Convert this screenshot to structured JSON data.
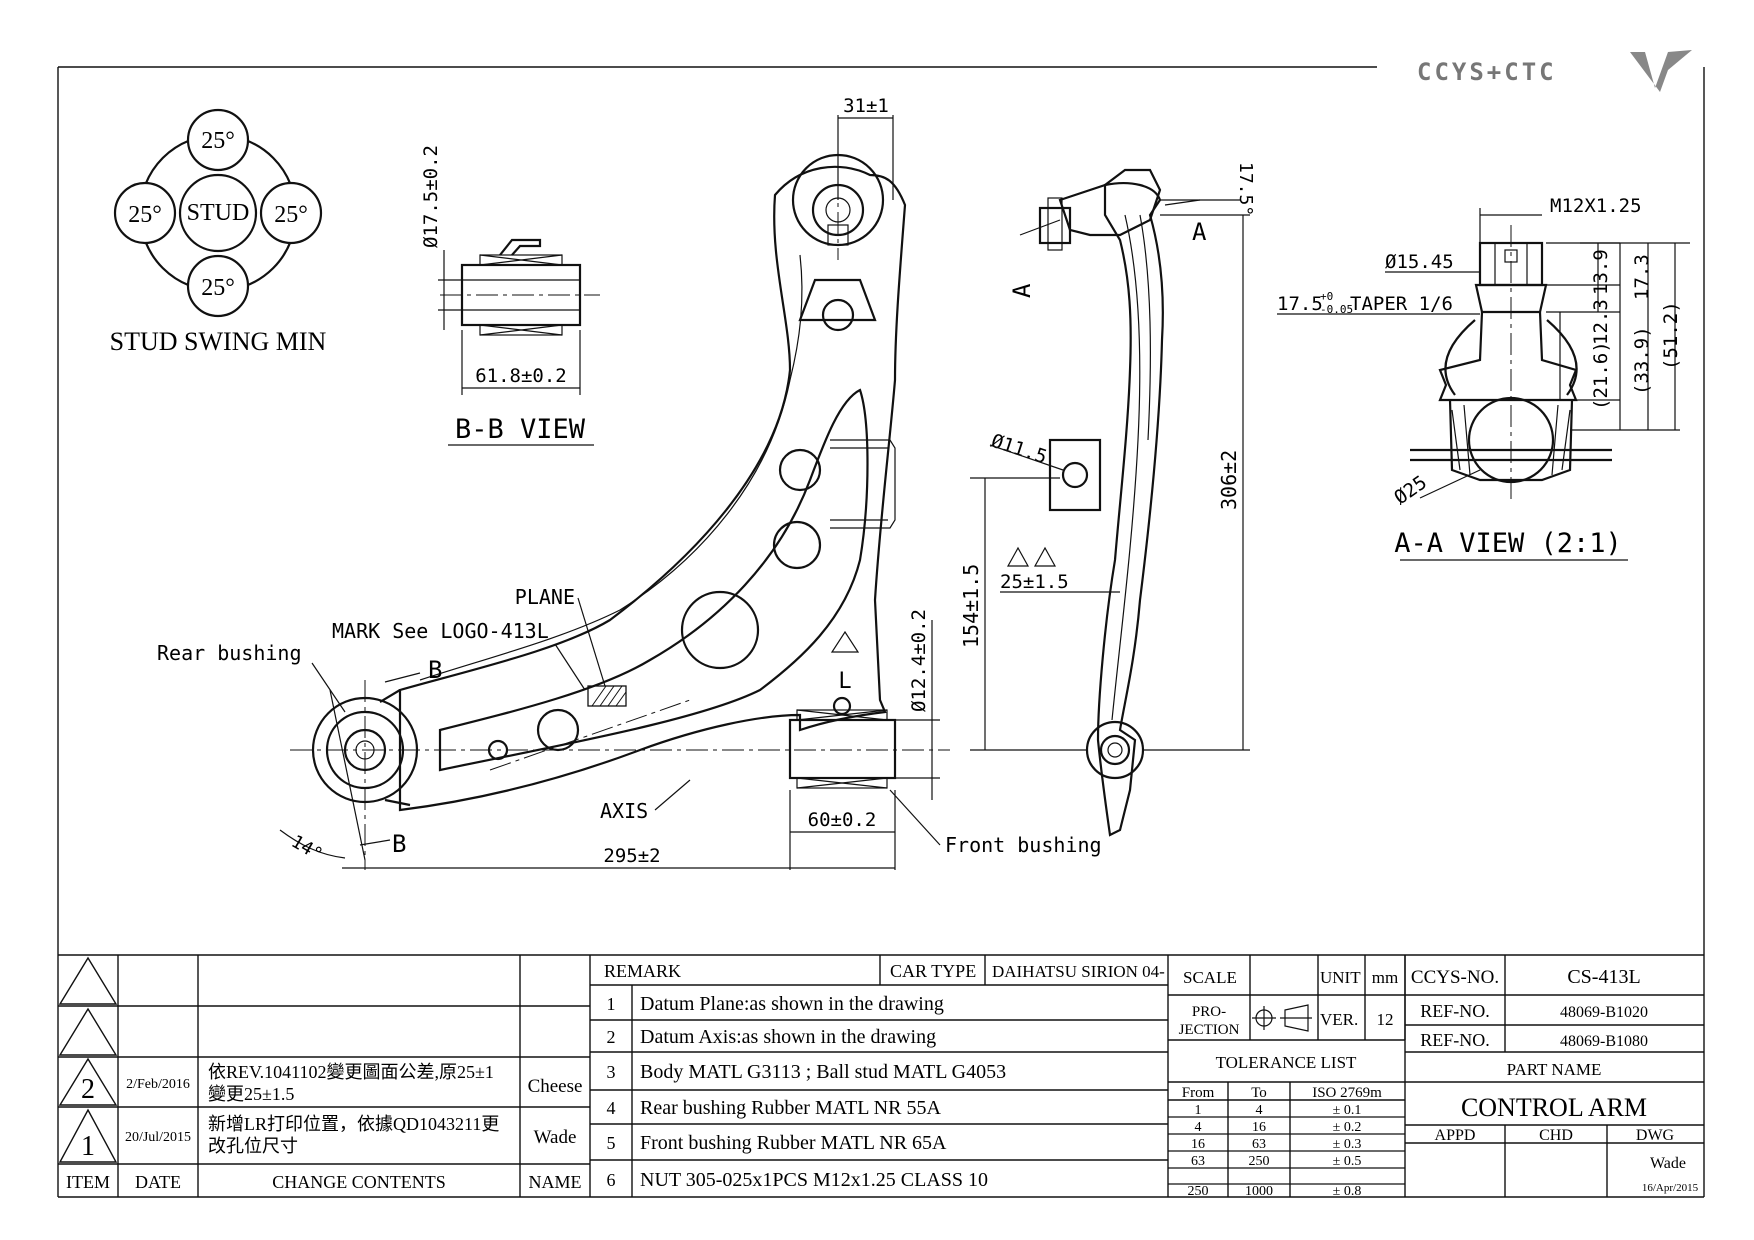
{
  "logo": {
    "text": "CCYS+CTC"
  },
  "stud_swing": {
    "top": "25°",
    "left": "25°",
    "right": "25°",
    "bottom": "25°",
    "center": "STUD",
    "caption": "STUD SWING MIN"
  },
  "bb_view": {
    "title": "B-B VIEW",
    "dim_dia": "Ø17.5±0.2",
    "dim_len": "61.8±0.2"
  },
  "main_view": {
    "dim_top": "31±1",
    "plane": "PLANE",
    "mark": "MARK See LOGO-413L",
    "rear_bushing": "Rear bushing",
    "front_bushing": "Front bushing",
    "axis": "AXIS",
    "section_b": "B",
    "section_b2": "B",
    "angle": "14°",
    "dim_front_len": "60±0.2",
    "dim_total": "295±2",
    "dim_dia_front": "Ø12.4±0.2",
    "letter_l": "L"
  },
  "side_view": {
    "angle": "17.5°",
    "section_a": "A",
    "section_a2": "A",
    "dim_hole": "Ø11.5",
    "dim_offset": "25±1.5",
    "dim_154": "154±1.5",
    "dim_306": "306±2"
  },
  "aa_view": {
    "title": "A-A VIEW (2:1)",
    "thread": "M12X1.25",
    "dia_1545": "Ø15.45",
    "taper": "17.5",
    "taper_tol_up": "+0",
    "taper_tol_dn": "-0.05",
    "taper_ratio": "TAPER 1/6",
    "d139": "13.9",
    "d173": "17.3",
    "d123": "12.3",
    "d216": "(21.6)",
    "d339": "(33.9)",
    "d512": "(51.2)",
    "dia25": "Ø25"
  },
  "revisions": {
    "rows": [
      {
        "num": "",
        "date": "",
        "content": "",
        "name": ""
      },
      {
        "num": "",
        "date": "",
        "content": "",
        "name": ""
      },
      {
        "num": "2",
        "date": "2/Feb/2016",
        "content_1": "依REV.1041102變更圖面公差,原25±1",
        "content_2": "變更25±1.5",
        "name": "Cheese"
      },
      {
        "num": "1",
        "date": "20/Jul/2015",
        "content_1": "新增LR打印位置，依據QD1043211更",
        "content_2": "改孔位尺寸",
        "name": "Wade"
      }
    ],
    "header": {
      "item": "ITEM",
      "date": "DATE",
      "change": "CHANGE CONTENTS",
      "name": "NAME"
    }
  },
  "remarks": {
    "label": "REMARK",
    "car_type_label": "CAR TYPE",
    "car_type": "DAIHATSU SIRION 04-",
    "items": [
      {
        "n": "1",
        "text": "Datum Plane:as shown in the drawing"
      },
      {
        "n": "2",
        "text": "Datum Axis:as shown in the drawing"
      },
      {
        "n": "3",
        "text": "Body MATL G3113 ; Ball stud MATL G4053"
      },
      {
        "n": "4",
        "text": "Rear bushing Rubber MATL NR 55A"
      },
      {
        "n": "5",
        "text": "Front bushing Rubber MATL NR 65A"
      },
      {
        "n": "6",
        "text": "NUT 305-025x1PCS M12x1.25 CLASS 10"
      }
    ]
  },
  "scale_block": {
    "scale": "SCALE",
    "unit": "UNIT",
    "unit_val": "mm",
    "projection_1": "PRO-",
    "projection_2": "JECTION",
    "ver": "VER.",
    "ver_val": "12",
    "tolerance_list": "TOLERANCE LIST",
    "tol_header": {
      "from": "From",
      "to": "To",
      "iso": "ISO 2769m"
    },
    "tol_rows": [
      {
        "from": "1",
        "to": "4",
        "tol": "± 0.1"
      },
      {
        "from": "4",
        "to": "16",
        "tol": "± 0.2"
      },
      {
        "from": "16",
        "to": "63",
        "tol": "± 0.3"
      },
      {
        "from": "63",
        "to": "250",
        "tol": "± 0.5"
      },
      {
        "from": "250",
        "to": "1000",
        "tol": "± 0.8"
      }
    ]
  },
  "title_block": {
    "ccys_no_label": "CCYS-NO.",
    "ccys_no": "CS-413L",
    "ref1_label": "REF-NO.",
    "ref1": "48069-B1020",
    "ref2_label": "REF-NO.",
    "ref2": "48069-B1080",
    "part_name_label": "PART NAME",
    "part_name": "CONTROL ARM",
    "appd": "APPD",
    "chd": "CHD",
    "dwg": "DWG",
    "drawer": "Wade",
    "drawn_date": "16/Apr/2015"
  }
}
